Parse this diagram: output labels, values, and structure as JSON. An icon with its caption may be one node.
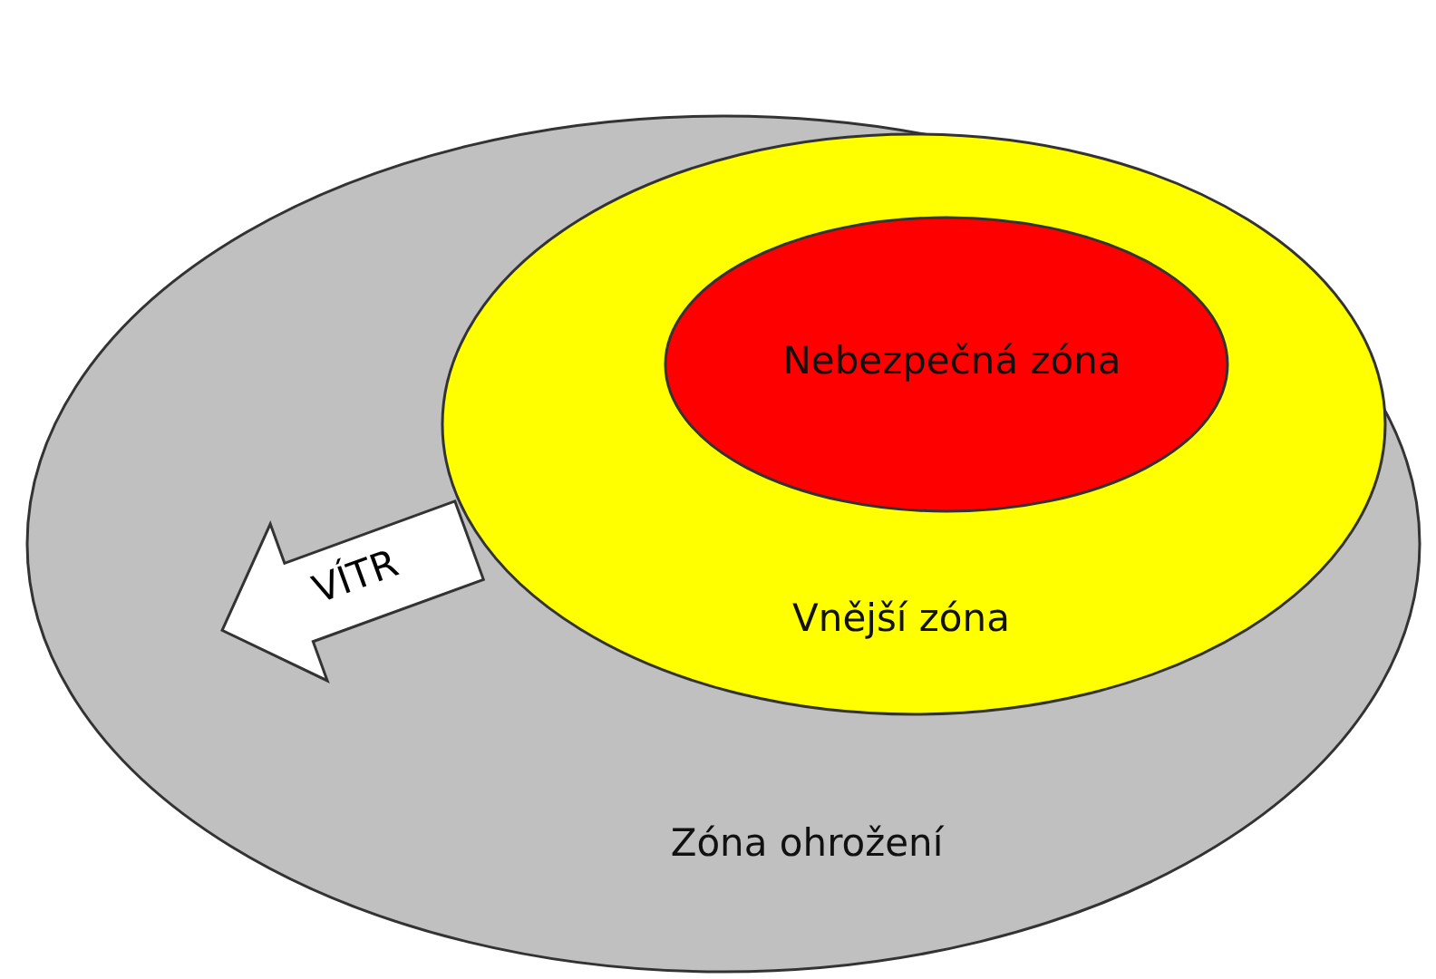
{
  "diagram": {
    "nodes": [
      {
        "text": [
          "Zóna ohrožení"
        ]
      },
      {
        "text": [
          "Vnější zóna"
        ],
        "in": 0
      },
      {
        "text": [
          "Nebezpečná zóna"
        ],
        "in": 1
      }
    ],
    "labels": [
      "VÍTR"
    ]
  }
}
